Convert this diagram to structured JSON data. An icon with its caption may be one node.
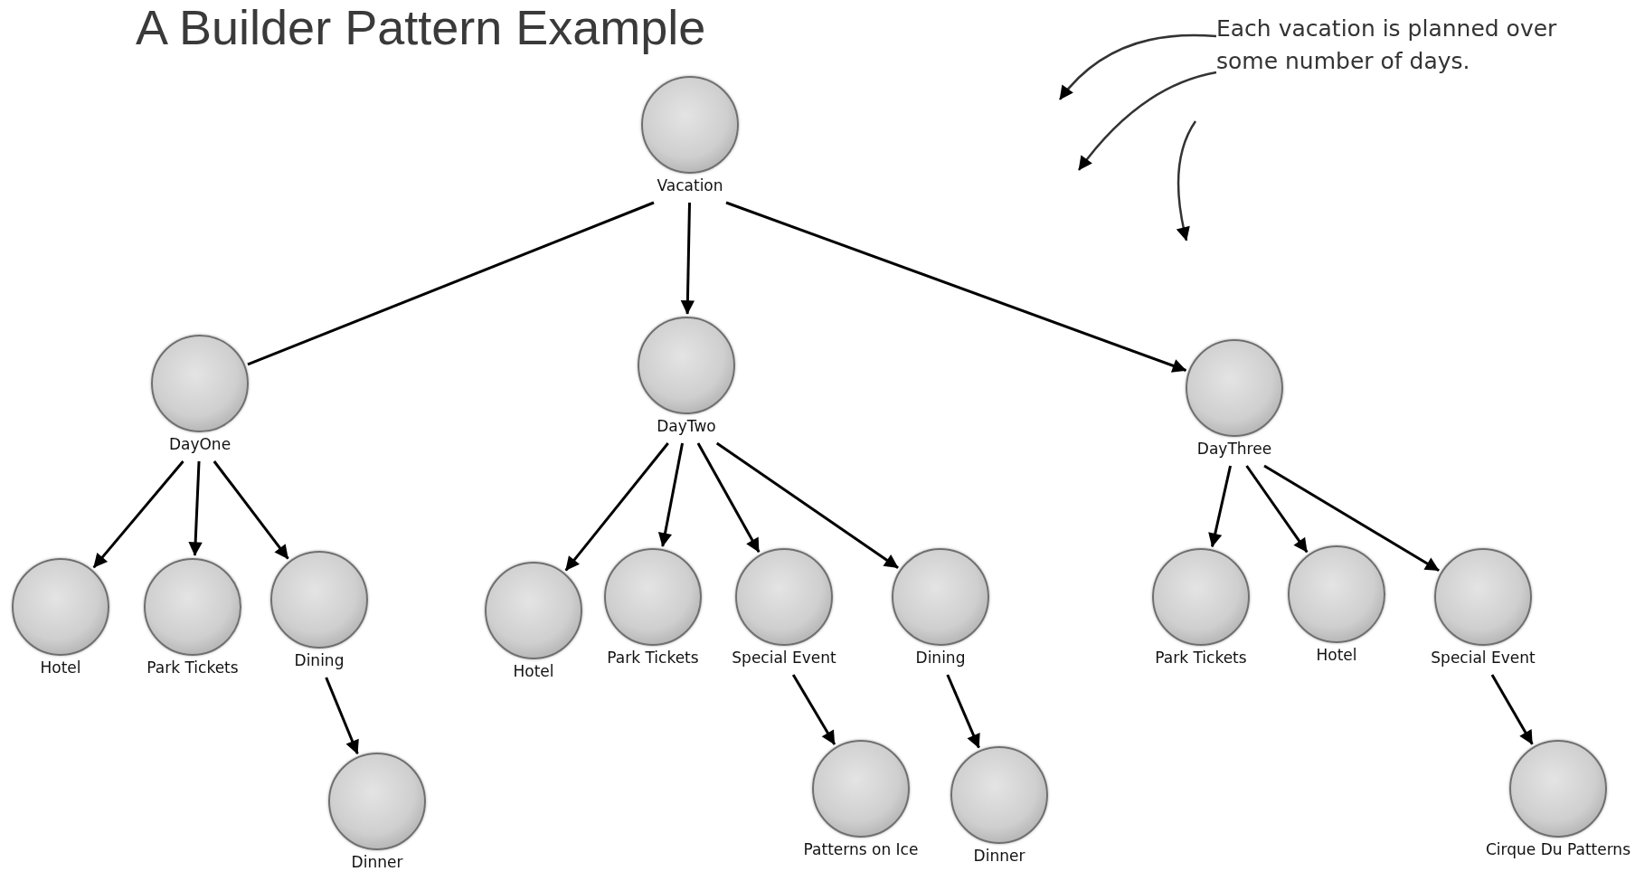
{
  "diagram": {
    "title": "A Builder Pattern Example",
    "nodes": [
      {
        "text": [
          "Vacation"
        ]
      },
      {
        "text": [
          "DayOne"
        ]
      },
      {
        "text": [
          "DayTwo"
        ]
      },
      {
        "text": [
          "DayThree"
        ]
      },
      {
        "text": [
          "Hotel"
        ]
      },
      {
        "text": [
          "Park Tickets"
        ]
      },
      {
        "text": [
          "Dining"
        ]
      },
      {
        "text": [
          "Dinner"
        ]
      },
      {
        "text": [
          "Hotel"
        ]
      },
      {
        "text": [
          "Park Tickets"
        ]
      },
      {
        "text": [
          "Special Event"
        ]
      },
      {
        "text": [
          "Dining"
        ]
      },
      {
        "text": [
          "Patterns on Ice"
        ]
      },
      {
        "text": [
          "Dinner"
        ]
      },
      {
        "text": [
          "Park Tickets"
        ]
      },
      {
        "text": [
          "Hotel"
        ]
      },
      {
        "text": [
          "Special Event"
        ]
      },
      {
        "text": [
          "Cirque Du Patterns"
        ]
      },
      {
        "text": [
          "Each vacation is planned over some number of days."
        ]
      }
    ],
    "edges": [
      {
        "from": 0,
        "to": 1,
        "arrow": "none"
      },
      {
        "from": 0,
        "to": 2,
        "arrow": "to"
      },
      {
        "from": 0,
        "to": 3,
        "arrow": "to"
      },
      {
        "from": 1,
        "to": 4,
        "arrow": "to"
      },
      {
        "from": 1,
        "to": 5,
        "arrow": "to"
      },
      {
        "from": 1,
        "to": 6,
        "arrow": "to"
      },
      {
        "from": 6,
        "to": 7,
        "arrow": "to"
      },
      {
        "from": 2,
        "to": 8,
        "arrow": "to"
      },
      {
        "from": 2,
        "to": 9,
        "arrow": "to"
      },
      {
        "from": 2,
        "to": 10,
        "arrow": "to"
      },
      {
        "from": 2,
        "to": 11,
        "arrow": "to"
      },
      {
        "from": 10,
        "to": 12,
        "arrow": "to"
      },
      {
        "from": 11,
        "to": 13,
        "arrow": "to"
      },
      {
        "from": 3,
        "to": 14,
        "arrow": "to"
      },
      {
        "from": 3,
        "to": 15,
        "arrow": "to"
      },
      {
        "from": 3,
        "to": 16,
        "arrow": "to"
      },
      {
        "from": 16,
        "to": 17,
        "arrow": "to"
      },
      {
        "from": 18,
        "to": null,
        "arrow": "to"
      },
      {
        "from": 18,
        "to": null,
        "arrow": "to"
      },
      {
        "from": 18,
        "to": null,
        "arrow": "to"
      }
    ]
  }
}
